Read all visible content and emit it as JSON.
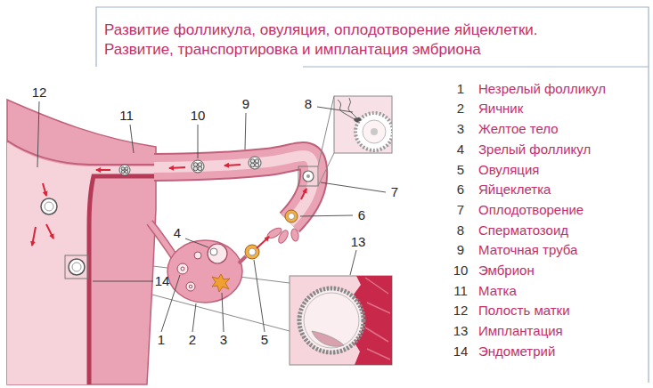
{
  "diagram": {
    "title": "Развитие фолликула, овуляция, оплодотворение яйцеклетки. Развитие, транспортировка и имплантация эмбриона",
    "labels": [
      "12",
      "11",
      "10",
      "9",
      "8",
      "7",
      "6",
      "4",
      "1",
      "2",
      "3",
      "5",
      "13",
      "14",
      "1",
      "Незрелый фолликул",
      "2",
      "Яичник",
      "3",
      "Желтое тело",
      "4",
      "Зрелый фолликул",
      "5",
      "Овуляция",
      "6",
      "Яйцеклетка",
      "7",
      "Оплодотворение",
      "8",
      "Сперматозоид",
      "9",
      "Маточная труба",
      "10",
      "Эмбрион",
      "11",
      "Матка",
      "12",
      "Полость матки",
      "13",
      "Имплантация",
      "14",
      "Эндометрий"
    ]
  }
}
